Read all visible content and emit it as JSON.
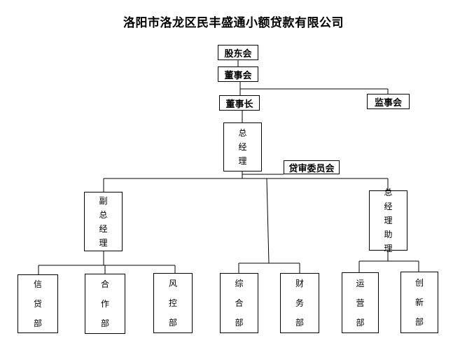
{
  "title": "洛阳市洛龙区民丰盛通小额贷款有限公司",
  "nodes": {
    "shareholders": "股东会",
    "board": "董事会",
    "chairman": "董事长",
    "supervisors": "监事会",
    "general_manager": [
      "总",
      "经",
      "理"
    ],
    "loan_committee": "贷审委员会",
    "deputy_gm": [
      "副",
      "总",
      "经",
      "理"
    ],
    "assistant_gm": [
      "总",
      "经",
      "理",
      "助",
      "理"
    ],
    "departments": {
      "credit": [
        "信",
        "贷",
        "部"
      ],
      "cooperation": [
        "合",
        "作",
        "部"
      ],
      "risk_control": [
        "风",
        "控",
        "部"
      ],
      "general_affairs": [
        "综",
        "合",
        "部"
      ],
      "finance": [
        "财",
        "务",
        "部"
      ],
      "operations": [
        "运",
        "营",
        "部"
      ],
      "innovation": [
        "创",
        "新",
        "部"
      ]
    }
  }
}
